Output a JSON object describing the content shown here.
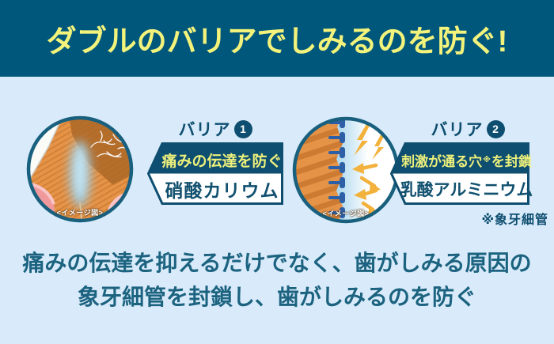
{
  "header": {
    "title": "ダブルのバリアでしみるのを防ぐ!"
  },
  "barrier1": {
    "label": "バリア",
    "number": "1",
    "action": "痛みの伝達を防ぐ",
    "ingredient": "硝酸カリウム",
    "image_caption": "<イメージ図>"
  },
  "barrier2": {
    "label": "バリア",
    "number": "2",
    "action_main": "刺激が通る穴",
    "action_marker": "※",
    "action_tail": "を封鎖",
    "ingredient": "乳酸アルミニウム",
    "image_caption": "<イメージ図>"
  },
  "footnote": "※象牙細管",
  "description": {
    "line1": "痛みの伝達を抑えるだけでなく、歯がしみる原因の",
    "line2": "象牙細管を封鎖し、歯がしみるのを防ぐ"
  },
  "colors": {
    "header_bg": "#00577C",
    "title_yellow": "#F3F37B",
    "body_bg": "#D9EBFA",
    "navy": "#0E4E70",
    "box_text_yellow_green": "#EDF07B",
    "description_teal": "#1C6380",
    "illustration_orange": "#E59347",
    "illustration_pink": "#F0999D",
    "illustration_blue_pin": "#2D5FA6",
    "illustration_bolt_yellow": "#F2B23C"
  }
}
